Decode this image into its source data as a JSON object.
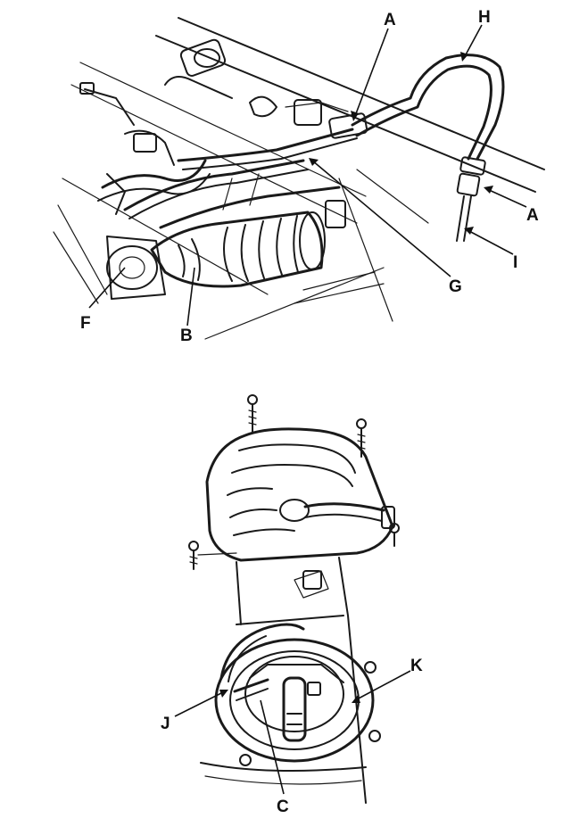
{
  "callouts": {
    "A_top": "A",
    "H": "H",
    "A_right": "A",
    "I": "I",
    "G": "G",
    "F": "F",
    "B": "B",
    "K": "K",
    "J": "J",
    "C": "C"
  },
  "colors": {
    "ink": "#1a1a1a",
    "background": "#ffffff"
  }
}
